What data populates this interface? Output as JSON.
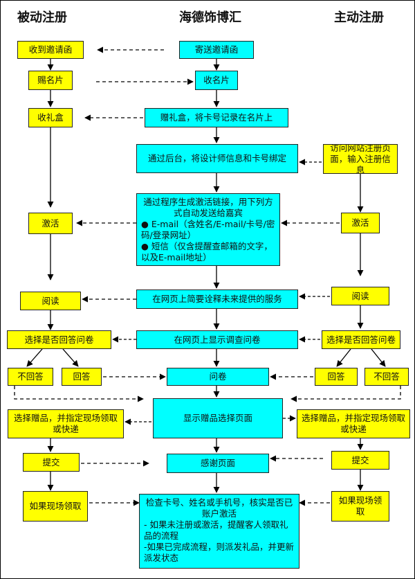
{
  "titles": {
    "passive": "被动注册",
    "center": "海德饰博汇",
    "active": "主动注册"
  },
  "boxes": {
    "receive_invite": "收到邀请函",
    "send_invite": "寄送邀请函",
    "give_card": "赐名片",
    "receive_card": "收名片",
    "receive_gift_box": "收礼盒",
    "give_gift_box": "赠礼盒，将卡号记录在名片上",
    "backend_bind": "通过后台，将设计师信息和卡号绑定",
    "visit_site": "访问网站注册页面，输入注册信息",
    "activate_left": "激活",
    "activate_right": "激活",
    "gen_link": {
      "line1": "通过程序生成激活链接，用下列方式自动发送给嘉宾",
      "line2": "● E-mail（含姓名/E-mail/卡号/密码/登录网址）",
      "line3": "● 短信（仅含提醒查邮箱的文字，以及E-mail地址）"
    },
    "read_left": "阅读",
    "read_right": "阅读",
    "services": "在网页上简要诠释未来提供的服务",
    "choose_survey_left": "选择是否回答问卷",
    "show_survey": "在网页上显示调查问卷",
    "choose_survey_right": "选择是否回答问卷",
    "no_answer_left": "不回答",
    "answer_left": "回答",
    "survey": "问卷",
    "answer_right": "回答",
    "no_answer_right": "不回答",
    "choose_gift_left": "选择赠品，并指定现场领取或快递",
    "show_gift_page": "显示赠品选择页面",
    "choose_gift_right": "选择赠品，并指定现场领取或快递",
    "submit_left": "提交",
    "thanks_page": "感谢页面",
    "submit_right": "提交",
    "onsite_left": "如果现场领取",
    "check": {
      "line1": "检查卡号、姓名或手机号，核实是否已账户激活",
      "line2": "- 如果未注册或激活，提醒客人领取礼品的流程",
      "line3": "-如果已完成流程，则派发礼品，并更新派发状态"
    },
    "onsite_right": "如果现场领取"
  },
  "colors": {
    "passive_box": "#ffff00",
    "process_box": "#00ffff",
    "line": "#000000"
  }
}
